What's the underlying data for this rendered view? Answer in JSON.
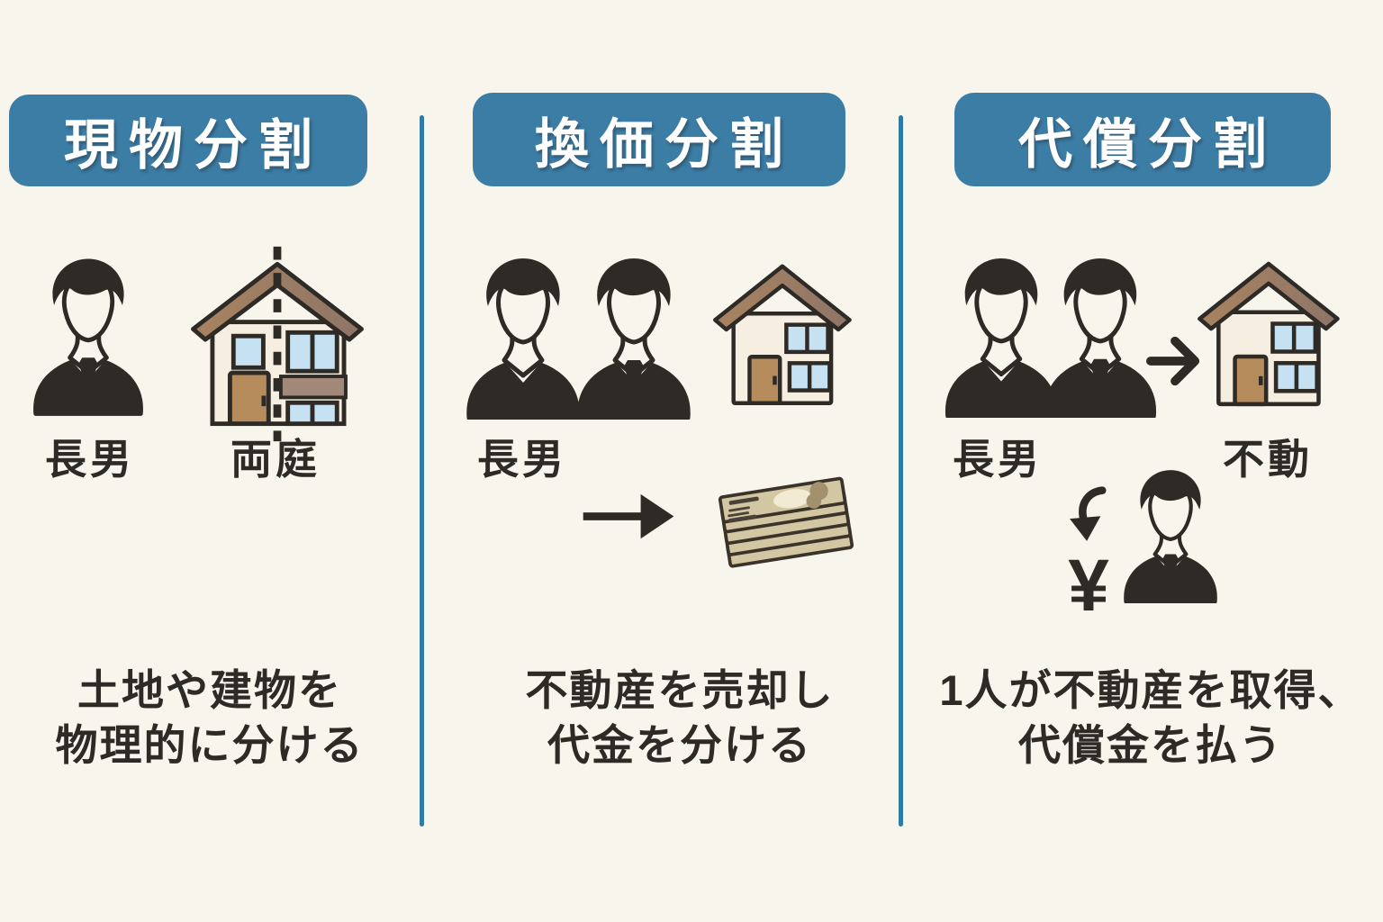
{
  "colors": {
    "background": "#F8F5EC",
    "header_blue": "#3C7DA6",
    "divider_blue": "#2E7BA8",
    "ink": "#2E2A26",
    "house_wall": "#F6EEE0",
    "roof_brown_light": "#A8835F",
    "roof_brown_dark": "#8F7568",
    "door_brown": "#B68C5C",
    "window_blue": "#C6E2F2",
    "band_brown": "#A28878",
    "money_note": "#D3C7A3"
  },
  "col1": {
    "header": "現物分割",
    "person_label": "長男",
    "house_label": "両庭",
    "desc_line1": "土地や建物を",
    "desc_line2": "物理的に分ける"
  },
  "col2": {
    "header": "換価分割",
    "person_label": "長男",
    "desc_line1": "不動産を売却し",
    "desc_line2": "代金を分ける"
  },
  "col3": {
    "header": "代償分割",
    "person_label": "長男",
    "house_label": "不動",
    "yen_symbol": "¥",
    "desc_line1": "1人が不動産を取得、",
    "desc_line2": "代償金を払う"
  }
}
